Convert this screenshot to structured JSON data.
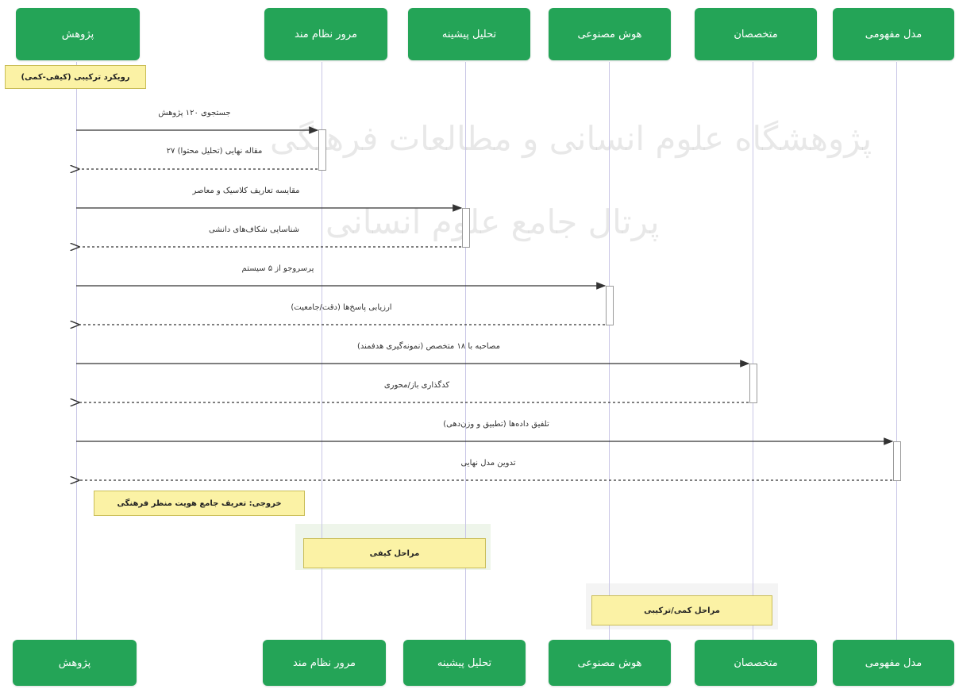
{
  "actors": {
    "researcher": "پژوهش",
    "systematic_review": "مرور نظام مند",
    "literature_analysis": "تحلیل پیشینه",
    "ai": "هوش مصنوعی",
    "experts": "متخصصان",
    "conceptual_model": "مدل مفهومی"
  },
  "notes": {
    "approach": "رویکرد ترکیبی (کیفی-کمی)",
    "output": "خروجی: تعریف جامع هویت منظر فرهنگی",
    "qualitative_phases": "مراحل کیفی",
    "quant_phases": "مراحل کمی/ترکیبی"
  },
  "messages": {
    "m1": "جستجوی ۱۲۰ پژوهش",
    "m2": "مقاله نهایی (تحلیل محتوا) ۲۷",
    "m3": "مقایسه تعاریف کلاسیک و معاصر",
    "m4": "شناسایی شکاف‌های دانشی",
    "m5": "پرسروجو از ۵ سیستم",
    "m6": "ارزیابی پاسخ‌ها (دقت/جامعیت)",
    "m7": "مصاحبه با ۱۸ متخصص (نمونه‌گیری هدفمند)",
    "m8": "کدگذاری باز/محوری",
    "m9": "تلفیق داده‌ها (تطبیق و وزن‌دهی)",
    "m10": "تدوین مدل نهایی"
  },
  "watermark": {
    "line1": "پژوهشگاه علوم انسانی و مطالعات فرهنگی",
    "line2": "پرتال جامع علوم انسانی"
  },
  "colors": {
    "actor": "#24a457",
    "note": "#fbf2a5",
    "lifeline": "#c9c6e6"
  }
}
